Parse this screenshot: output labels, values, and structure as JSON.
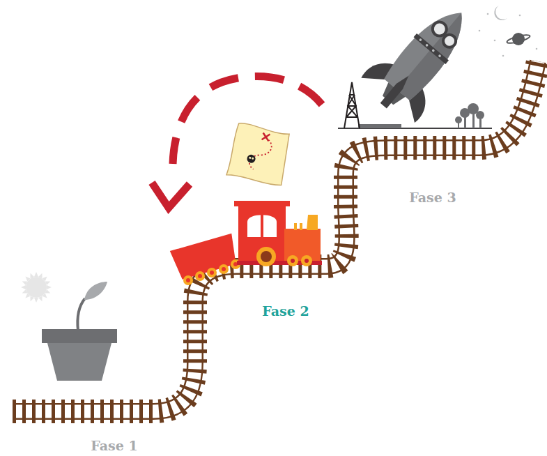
{
  "diagram": {
    "labels": [
      "Fase 1",
      "Fase 2",
      "Fase 3"
    ]
  }
}
